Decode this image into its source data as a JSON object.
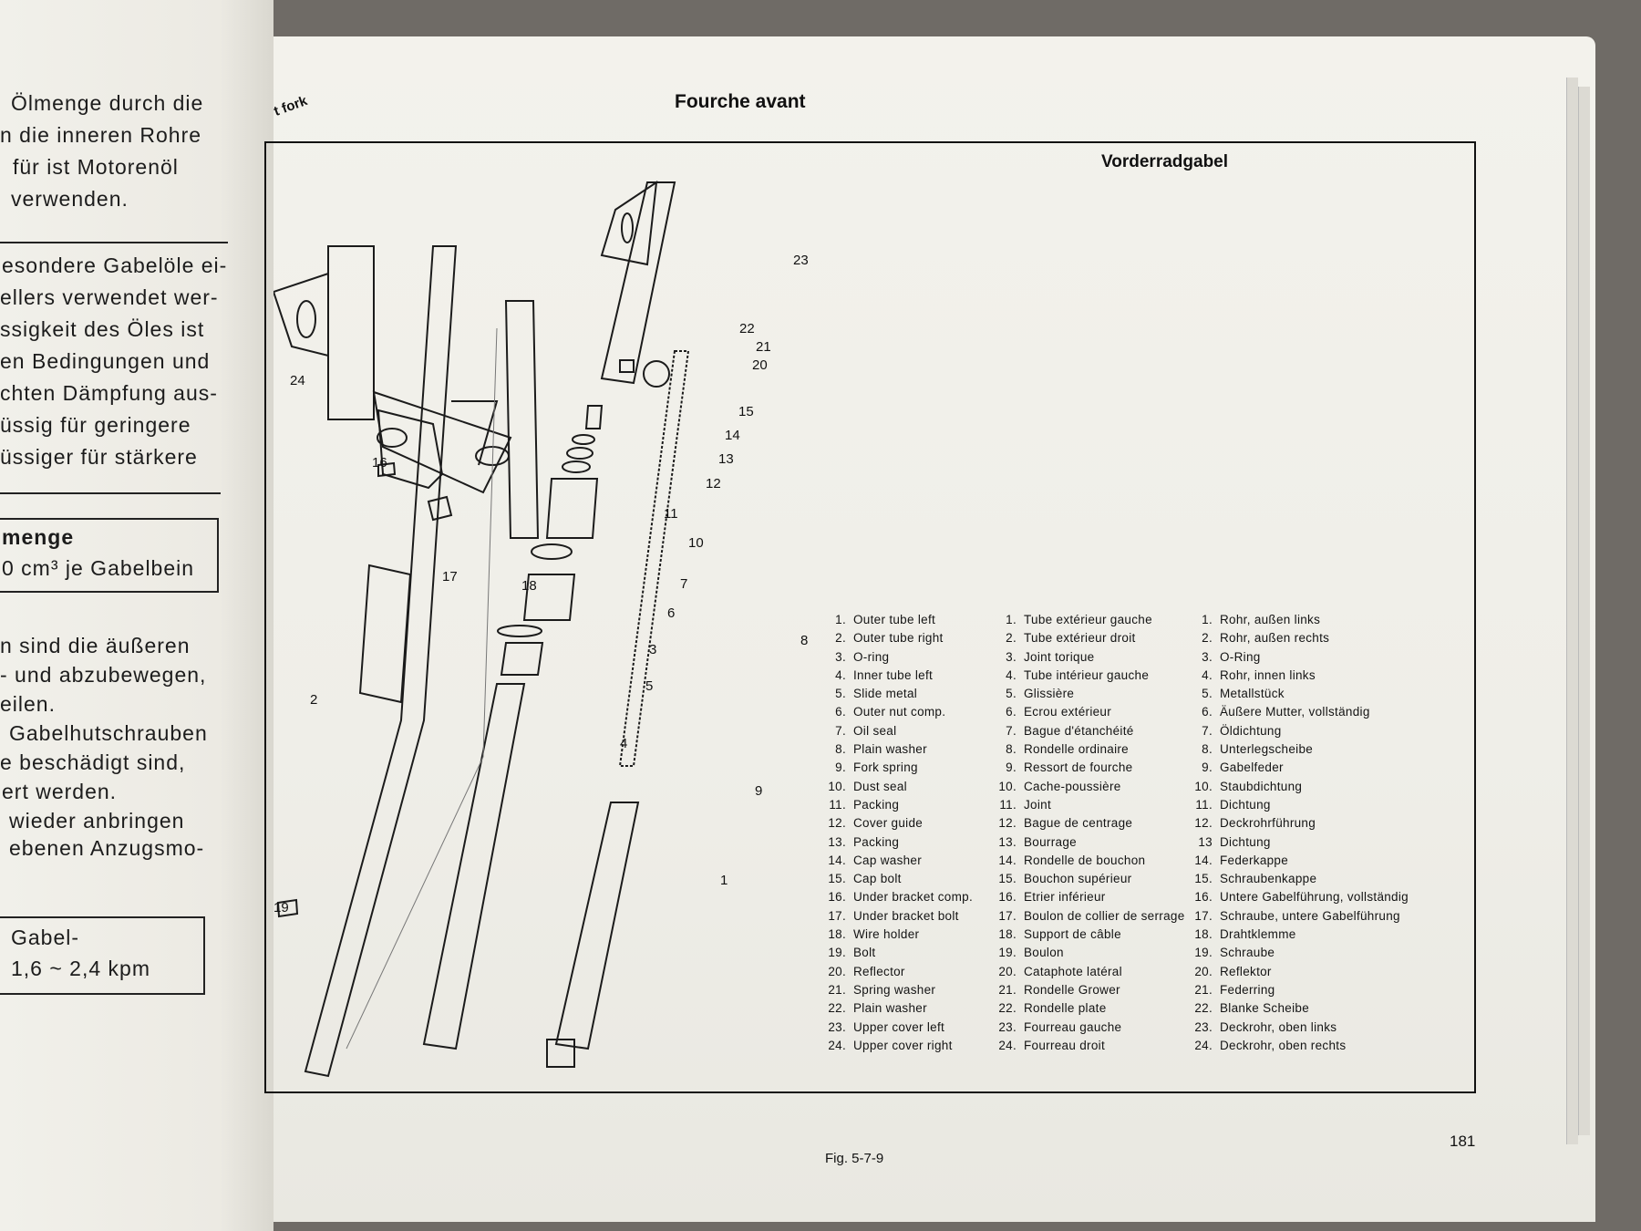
{
  "left_page": {
    "lines": [
      "Ölmenge durch die",
      "n die inneren Rohre",
      "für ist Motorenöl",
      "verwenden.",
      "esondere Gabelöle ei-",
      "ellers verwendet wer-",
      "ssigkeit des Öles ist",
      "en Bedingungen und",
      "chten Dämpfung aus-",
      "üssig für geringere",
      "üssiger für stärkere",
      "n sind die äußeren",
      "- und abzubewegen,",
      "eilen.",
      "Gabelhutschrauben",
      "e beschädigt sind,",
      "ert werden.",
      "wieder anbringen",
      "ebenen Anzugsmo-"
    ],
    "box1_line1": "menge",
    "box1_line2": "0 cm³ je Gabelbein",
    "box2_line1": "Gabel-",
    "box2_line2": "1,6 ~ 2,4 kpm",
    "corner_tab": "t fork"
  },
  "right_page": {
    "title_fr": "Fourche avant",
    "title_de": "Vorderradgabel",
    "figure_label": "Fig. 5-7-9",
    "page_number": "181",
    "callouts": [
      "1",
      "2",
      "3",
      "4",
      "5",
      "6",
      "7",
      "8",
      "9",
      "10",
      "11",
      "12",
      "13",
      "14",
      "15",
      "16",
      "17",
      "18",
      "19",
      "20",
      "21",
      "22",
      "23",
      "24"
    ],
    "legend_en": [
      "Outer tube left",
      "Outer tube right",
      "O-ring",
      "Inner tube left",
      "Slide metal",
      "Outer nut comp.",
      "Oil seal",
      "Plain washer",
      "Fork spring",
      "Dust seal",
      "Packing",
      "Cover guide",
      "Packing",
      "Cap washer",
      "Cap bolt",
      "Under bracket comp.",
      "Under bracket bolt",
      "Wire holder",
      "Bolt",
      "Reflector",
      "Spring washer",
      "Plain washer",
      "Upper cover left",
      "Upper cover right"
    ],
    "legend_fr": [
      "Tube extérieur gauche",
      "Tube extérieur droit",
      "Joint torique",
      "Tube intérieur gauche",
      "Glissière",
      "Ecrou extérieur",
      "Bague d'étanchéité",
      "Rondelle ordinaire",
      "Ressort de fourche",
      "Cache-poussière",
      "Joint",
      "Bague de centrage",
      "Bourrage",
      "Rondelle de bouchon",
      "Bouchon supérieur",
      "Etrier inférieur",
      "Boulon de collier de serrage",
      "Support de câble",
      "Boulon",
      "Cataphote latéral",
      "Rondelle Grower",
      "Rondelle plate",
      "Fourreau gauche",
      "Fourreau droit"
    ],
    "legend_de": [
      "Rohr, außen links",
      "Rohr, außen rechts",
      "O-Ring",
      "Rohr, innen links",
      "Metallstück",
      "Äußere Mutter, vollständig",
      "Öldichtung",
      "Unterlegscheibe",
      "Gabelfeder",
      "Staubdichtung",
      "Dichtung",
      "Deckrohrführung",
      "Dichtung",
      "Federkappe",
      "Schraubenkappe",
      "Untere Gabelführung, vollständig",
      "Schraube, untere Gabelführung",
      "Drahtklemme",
      "Schraube",
      "Reflektor",
      "Federring",
      "Blanke Scheibe",
      "Deckrohr, oben links",
      "Deckrohr, oben rechts"
    ]
  }
}
